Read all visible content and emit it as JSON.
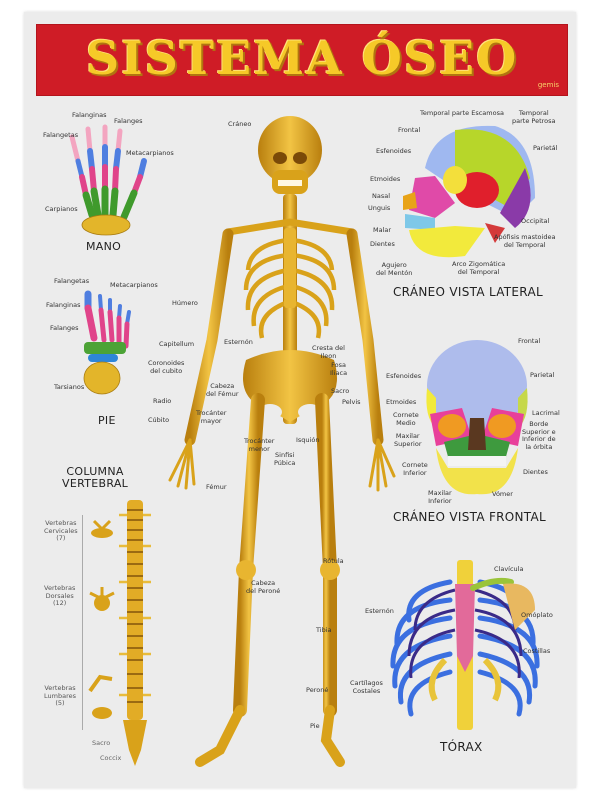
{
  "poster": {
    "title": "SISTEMA ÓSEO",
    "publisher_logo": "gemis",
    "colors": {
      "banner": "#cf1c26",
      "title": "#f6c928",
      "bone": "#d9a21a",
      "background": "#ececec"
    }
  },
  "mano": {
    "title": "MANO",
    "labels": [
      "Falanginas",
      "Falanges",
      "Falangetas",
      "Metacarpianos",
      "Carpianos"
    ]
  },
  "pie": {
    "title": "PIE",
    "labels": [
      "Falangetas",
      "Metacarpianos",
      "Falanginas",
      "Falanges",
      "Tarsianos"
    ]
  },
  "columna": {
    "title_line1": "COLUMNA",
    "title_line2": "VERTEBRAL",
    "groups": [
      {
        "name": "Vertebras",
        "name2": "Cervicales",
        "count": "(7)"
      },
      {
        "name": "Vertebras",
        "name2": "Dorsales",
        "count": "(12)"
      },
      {
        "name": "Vertebras",
        "name2": "Lumbares",
        "count": "(5)"
      }
    ],
    "labels": [
      "Sacro",
      "Coccix"
    ]
  },
  "skeleton": {
    "labels": {
      "craneo": "Cráneo",
      "humero": "Húmero",
      "esternon": "Esternón",
      "capitellum": "Capitellum",
      "coronoides1": "Coronoides",
      "coronoides2": "del cubito",
      "cresta1": "Cresta del",
      "cresta2": "Ileon",
      "fosa1": "Fosa",
      "fosa2": "Iliaca",
      "cabeza_femur1": "Cabeza",
      "cabeza_femur2": "del Fémur",
      "sacro": "Sacro",
      "pelvis": "Pelvis",
      "radio": "Radio",
      "trocanter_mayor1": "Trocánter",
      "trocanter_mayor2": "mayor",
      "cubito": "Cúbito",
      "trocanter_menor1": "Trocánter",
      "trocanter_menor2": "menor",
      "isquion": "Isquión",
      "sinfisi1": "Sinfisi",
      "sinfisi2": "Púbica",
      "femur": "Fémur",
      "rotula": "Rótula",
      "cabeza_perone1": "Cabeza",
      "cabeza_perone2": "del Peroné",
      "tibia": "Tibia",
      "perone": "Peroné",
      "pie": "Pie"
    }
  },
  "craneo_lateral": {
    "title": "CRÁNEO VISTA LATERAL",
    "labels": {
      "temporal_escamosa": "Temporal parte Escamosa",
      "temporal_petrosa1": "Temporal",
      "temporal_petrosa2": "parte Petrosa",
      "frontal": "Frontal",
      "parietal": "Parietál",
      "esfenoides": "Esfenoides",
      "etmoides": "Etmoides",
      "nasal": "Nasal",
      "unguis": "Unguis",
      "occipital": "Occipital",
      "malar": "Malar",
      "apofisis1": "Apófisis mastoidea",
      "apofisis2": "del Temporal",
      "dientes": "Dientes",
      "agujero1": "Agujero",
      "agujero2": "del Mentón",
      "arco1": "Arco Zigomática",
      "arco2": "del Temporal"
    }
  },
  "craneo_frontal": {
    "title": "CRÁNEO VISTA FRONTAL",
    "labels": {
      "frontal": "Frontal",
      "esfenoides": "Esfenoides",
      "parietal": "Parietal",
      "etmoides": "Etmoides",
      "lacrimal": "Lacrimal",
      "cornete_medio1": "Cornete",
      "cornete_medio2": "Medio",
      "borde1": "Borde",
      "borde2": "Superior e",
      "borde3": "Inferior de",
      "borde4": "la órbita",
      "maxilar_sup1": "Maxilar",
      "maxilar_sup2": "Superior",
      "cornete_inf1": "Cornete",
      "cornete_inf2": "Inferior",
      "dientes": "Dientes",
      "maxilar_inf1": "Maxilar",
      "maxilar_inf2": "Inferior",
      "vomer": "Vómer"
    }
  },
  "torax": {
    "title": "TÓRAX",
    "labels": {
      "clavicula": "Clavícula",
      "esternon": "Esternón",
      "omoplato": "Omóplato",
      "costillas": "Costillas",
      "cartilagos1": "Cartílagos",
      "cartilagos2": "Costales"
    }
  }
}
